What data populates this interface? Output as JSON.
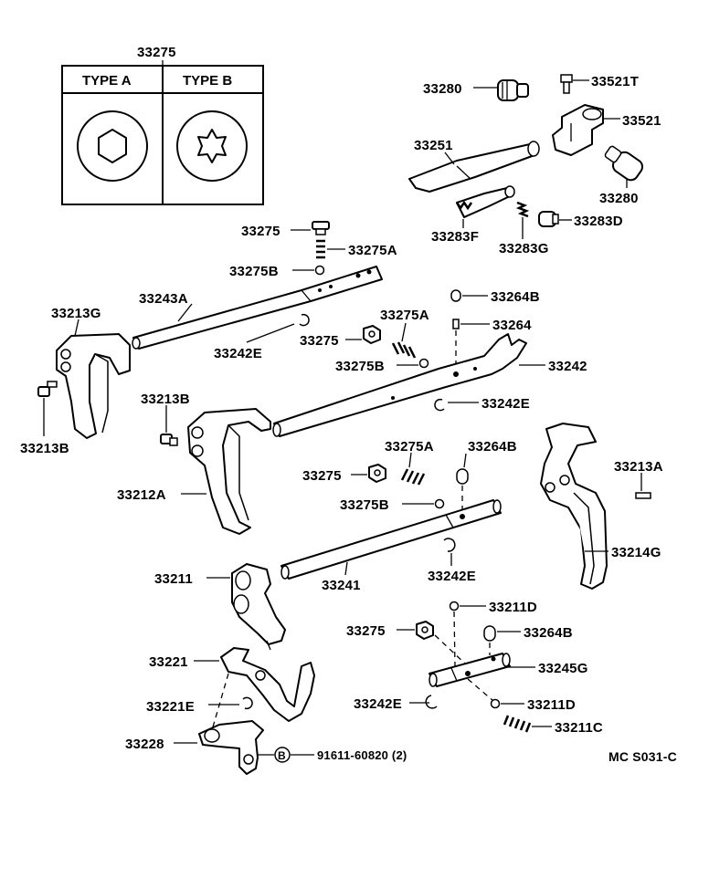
{
  "diagram": {
    "inset": {
      "part_no": "33275",
      "type_a": "TYPE  A",
      "type_b": "TYPE  B"
    },
    "labels": {
      "p33280_top": "33280",
      "p33521T": "33521T",
      "p33521": "33521",
      "p33251": "33251",
      "p33280_right": "33280",
      "p33283F": "33283F",
      "p33283G": "33283G",
      "p33283D": "33283D",
      "p33275_a": "33275",
      "p33275A_a": "33275A",
      "p33275B_a": "33275B",
      "p33243A": "33243A",
      "p33213G": "33213G",
      "p33264B_a": "33264B",
      "p33275A_b": "33275A",
      "p33264": "33264",
      "p33242E_a": "33242E",
      "p33275_b": "33275",
      "p33275B_b": "33275B",
      "p33242": "33242",
      "p33213B_l": "33213B",
      "p33213B_c": "33213B",
      "p33242E_b": "33242E",
      "p33275A_c": "33275A",
      "p33264B_b": "33264B",
      "p33213A": "33213A",
      "p33275_c": "33275",
      "p33212A": "33212A",
      "p33275B_c": "33275B",
      "p33214G": "33214G",
      "p33211": "33211",
      "p33241": "33241",
      "p33242E_c": "33242E",
      "p33211D_a": "33211D",
      "p33275_d": "33275",
      "p33264B_c": "33264B",
      "p33221": "33221",
      "p33245G": "33245G",
      "p33221E": "33221E",
      "p33242E_d": "33242E",
      "p33211D_b": "33211D",
      "p33211C": "33211C",
      "p33228": "33228",
      "b_marker": "B",
      "p91611": "91611-60820 (2)",
      "ref_code": "MC  S031-C"
    }
  }
}
